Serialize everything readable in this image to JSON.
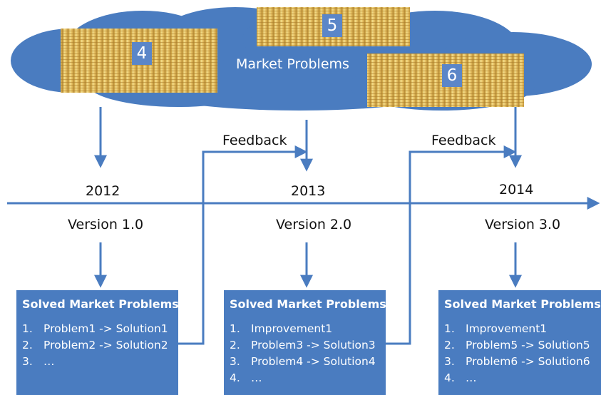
{
  "cloud": {
    "label": "Market Problems",
    "stacks": [
      "4",
      "5",
      "6"
    ]
  },
  "timeline": {
    "years": [
      "2012",
      "2013",
      "2014"
    ],
    "versions": [
      "Version 1.0",
      "Version 2.0",
      "Version 3.0"
    ],
    "feedback": [
      "Feedback",
      "Feedback"
    ]
  },
  "boxes": [
    {
      "title": "Solved Market Problems",
      "items": [
        {
          "num": "1.",
          "text": "Problem1 -> Solution1"
        },
        {
          "num": "2.",
          "text": "Problem2 -> Solution2"
        },
        {
          "num": "3.",
          "text": "…"
        }
      ]
    },
    {
      "title": "Solved Market Problems",
      "items": [
        {
          "num": "1.",
          "text": "Improvement1"
        },
        {
          "num": "2.",
          "text": "Problem3 -> Solution3"
        },
        {
          "num": "3.",
          "text": "Problem4 -> Solution4"
        },
        {
          "num": "4.",
          "text": "…"
        }
      ]
    },
    {
      "title": "Solved Market Problems",
      "items": [
        {
          "num": "1.",
          "text": "Improvement1"
        },
        {
          "num": "2.",
          "text": "Problem5 -> Solution5"
        },
        {
          "num": "3.",
          "text": "Problem6 -> Solution6"
        },
        {
          "num": "4.",
          "text": "…"
        }
      ]
    }
  ],
  "colors": {
    "cloud": "#4a7cc0",
    "arrow": "#4a7cc0",
    "box": "#4a7cc0",
    "gold": "#e8c060"
  }
}
